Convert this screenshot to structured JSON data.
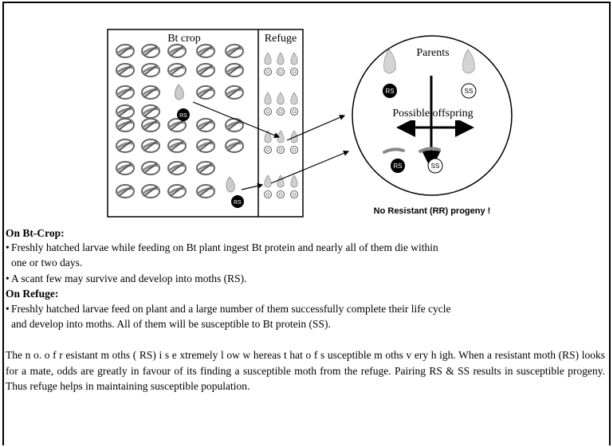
{
  "diagram": {
    "bt_crop_label": "Bt crop",
    "refuge_label": "Refuge",
    "parents_label": "Parents",
    "offspring_label": "Possible offspring",
    "rs_badge": "RS",
    "ss_badge": "SS",
    "conclusion": "No Resistant (RR) progeny !"
  },
  "text": {
    "bt_heading": "On Bt-Crop:",
    "bt_bullet1_line1": "Freshly hatched larvae while feeding on Bt plant ingest Bt protein and nearly all of them die within",
    "bt_bullet1_line2": "one or two days.",
    "bt_bullet2": "A scant few may survive and develop into moths (RS).",
    "refuge_heading": "On Refuge:",
    "refuge_bullet1_line1": "Freshly hatched larvae feed on plant and a large number of them successfully complete their  life cycle",
    "refuge_bullet1_line2": "and develop into moths.  All of them will be susceptible to Bt protein (SS).",
    "paragraph": "The n o. o f r esistant m oths ( RS) i s e xtremely l ow w hereas t hat o f s usceptible m oths v ery h igh. When a resistant moth (RS) looks for a mate, odds are greatly in favour of its finding a susceptible moth from the refuge. Pairing RS & SS results in susceptible progeny.  Thus refuge helps in maintaining susceptible population."
  }
}
